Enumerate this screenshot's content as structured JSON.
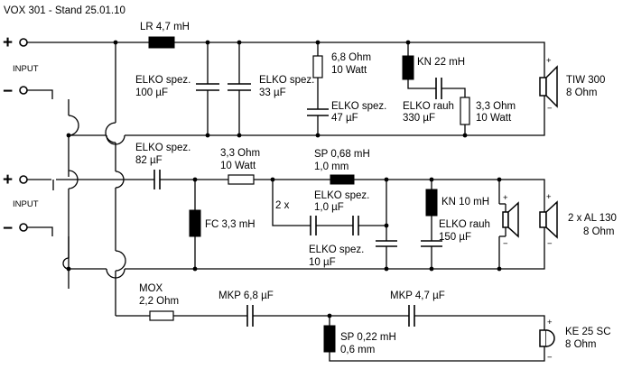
{
  "title": "VOX 301 - Stand 25.01.10",
  "inputs": [
    {
      "plus": "+",
      "minus": "−",
      "label": "INPUT"
    },
    {
      "plus": "+",
      "minus": "−",
      "label": "INPUT"
    }
  ],
  "bass": {
    "lr": "LR 4,7 mH",
    "elko1": [
      "ELKO spez.",
      "100 µF"
    ],
    "elko2": [
      "ELKO spez.",
      "33 µF"
    ],
    "r1": [
      "6,8 Ohm",
      "10 Watt"
    ],
    "elko3": [
      "ELKO spez.",
      "47 µF"
    ],
    "kn": "KN 22 mH",
    "elko4": [
      "ELKO rauh",
      "330 µF"
    ],
    "r2": [
      "3,3 Ohm",
      "10 Watt"
    ],
    "speaker": [
      "TIW 300",
      "8 Ohm"
    ]
  },
  "mid": {
    "elko1": [
      "ELKO spez.",
      "82 µF"
    ],
    "r1": [
      "3,3 Ohm",
      "10 Watt"
    ],
    "sp": [
      "SP 0,68 mH",
      "1,0 mm"
    ],
    "fc": "FC 3,3 mH",
    "elko2": [
      "2  x",
      "ELKO spez.",
      "1,0 µF"
    ],
    "elko3": [
      "ELKO spez.",
      "10 µF"
    ],
    "kn": "KN 10 mH",
    "elko4": [
      "ELKO rauh",
      "150 µF"
    ],
    "speaker": [
      "2 x AL 130",
      "8 Ohm"
    ]
  },
  "treble": {
    "mox": [
      "MOX",
      "2,2 Ohm"
    ],
    "mkp1": "MKP 6,8 µF",
    "mkp2": "MKP 4,7 µF",
    "sp": [
      "SP 0,22 mH",
      "0,6 mm"
    ],
    "speaker": [
      "KE 25 SC",
      "8 Ohm"
    ]
  },
  "speaker_signs": {
    "plus": "+",
    "minus": "−"
  }
}
